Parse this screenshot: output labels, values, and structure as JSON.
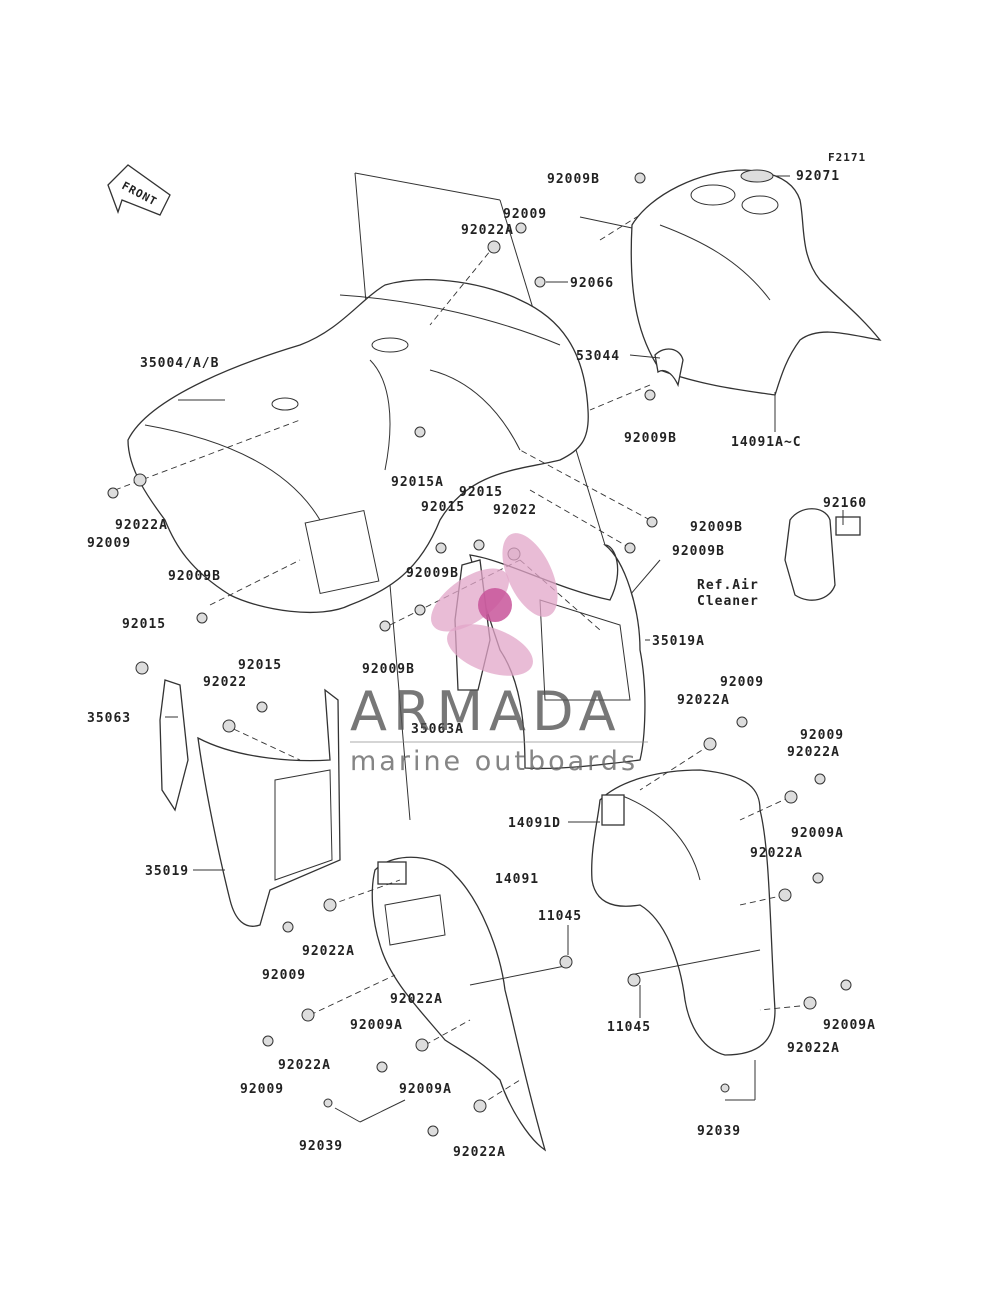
{
  "figure_code": "F2171",
  "front_marker": "FRONT",
  "ref_note": {
    "line1": "Ref.Air",
    "line2": "Cleaner"
  },
  "labels": {
    "l_92009B_top": "92009B",
    "l_92071": "92071",
    "l_92009_top": "92009",
    "l_92022A_top": "92022A",
    "l_92066": "92066",
    "l_53044": "53044",
    "l_35004": "35004/A/B",
    "l_92009B_r1": "92009B",
    "l_14091A": "14091A~C",
    "l_92015A": "92015A",
    "l_92015_a": "92015",
    "l_92015_b": "92015",
    "l_92022_mid": "92022",
    "l_92022A_left": "92022A",
    "l_92009_left": "92009",
    "l_92009B_r2": "92009B",
    "l_92009B_r3": "92009B",
    "l_92160": "92160",
    "l_92009B_left": "92009B",
    "l_92009B_mid": "92009B",
    "l_92015_left": "92015",
    "l_35019A": "35019A",
    "l_92009B_low": "92009B",
    "l_92015_c": "92015",
    "l_92022_c": "92022",
    "l_92009_r": "92009",
    "l_92022A_r": "92022A",
    "l_35063": "35063",
    "l_35063A": "35063A",
    "l_92009_r2": "92009",
    "l_92022A_r2": "92022A",
    "l_14091D": "14091D",
    "l_92009A_r": "92009A",
    "l_92022A_r3": "92022A",
    "l_35019": "35019",
    "l_14091": "14091",
    "l_11045_a": "11045",
    "l_92022A_b1": "92022A",
    "l_92009_b1": "92009",
    "l_92022A_b2": "92022A",
    "l_92009A_b": "92009A",
    "l_11045_b": "11045",
    "l_92009A_r2": "92009A",
    "l_92022A_b3": "92022A",
    "l_92022A_r4": "92022A",
    "l_92009_b2": "92009",
    "l_92009A_b2": "92009A",
    "l_92039_r": "92039",
    "l_92039_l": "92039",
    "l_92022A_b4": "92022A"
  },
  "watermark": {
    "title": "ARMADA",
    "subtitle": "marine outboards"
  }
}
